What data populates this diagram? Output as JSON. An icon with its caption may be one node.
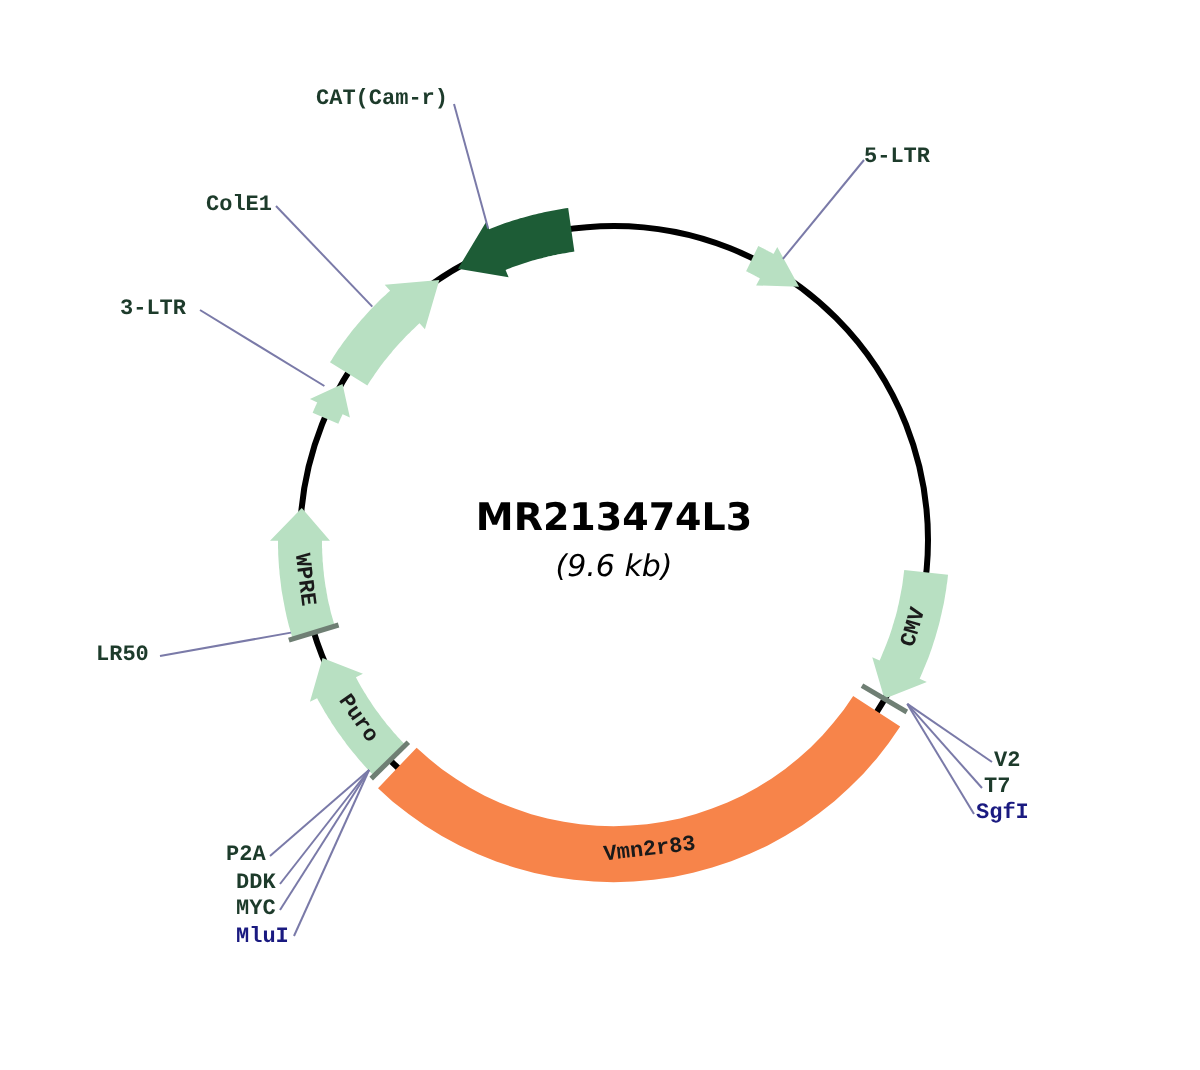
{
  "diagram": {
    "title": "MR213474L3",
    "caption": "(9.6 kb)",
    "nodes": [
      {
        "text": [
          "CAT(Cam-r)"
        ]
      },
      {
        "text": [],
        "shape": "arrow"
      },
      {
        "text": [
          "5-LTR"
        ]
      },
      {
        "text": [],
        "shape": "arrow"
      },
      {
        "text": [
          "ColE1"
        ]
      },
      {
        "text": [],
        "shape": "arrow"
      },
      {
        "text": [
          "3-LTR"
        ]
      },
      {
        "text": [],
        "shape": "arrow"
      },
      {
        "text": [
          "WPRE"
        ]
      },
      {
        "text": [
          "LR50"
        ]
      },
      {
        "text": [
          "Puro"
        ]
      },
      {
        "text": [
          "P2A"
        ]
      },
      {
        "text": [
          "DDK"
        ]
      },
      {
        "text": [
          "MYC"
        ]
      },
      {
        "text": [
          "MluI"
        ]
      },
      {
        "text": [
          "Vmn2r83"
        ]
      },
      {
        "text": [
          "CMV"
        ]
      },
      {
        "text": [
          "V2"
        ]
      },
      {
        "text": [
          "T7"
        ]
      },
      {
        "text": [
          "SgfI"
        ]
      }
    ],
    "edges": [
      {
        "from": 0,
        "to": 1,
        "arrow": "none"
      },
      {
        "from": 2,
        "to": 3,
        "arrow": "none"
      },
      {
        "from": 4,
        "to": 5,
        "arrow": "none"
      },
      {
        "from": 6,
        "to": 7,
        "arrow": "none"
      },
      {
        "from": 9,
        "to": 8,
        "arrow": "none"
      },
      {
        "from": 11,
        "to": 10,
        "arrow": "none"
      },
      {
        "from": 12,
        "to": 10,
        "arrow": "none"
      },
      {
        "from": 13,
        "to": 10,
        "arrow": "none"
      },
      {
        "from": 14,
        "to": 10,
        "arrow": "none"
      },
      {
        "from": 17,
        "to": 16,
        "arrow": "none"
      },
      {
        "from": 18,
        "to": 16,
        "arrow": "none"
      },
      {
        "from": 19,
        "to": 16,
        "arrow": "none"
      }
    ]
  }
}
